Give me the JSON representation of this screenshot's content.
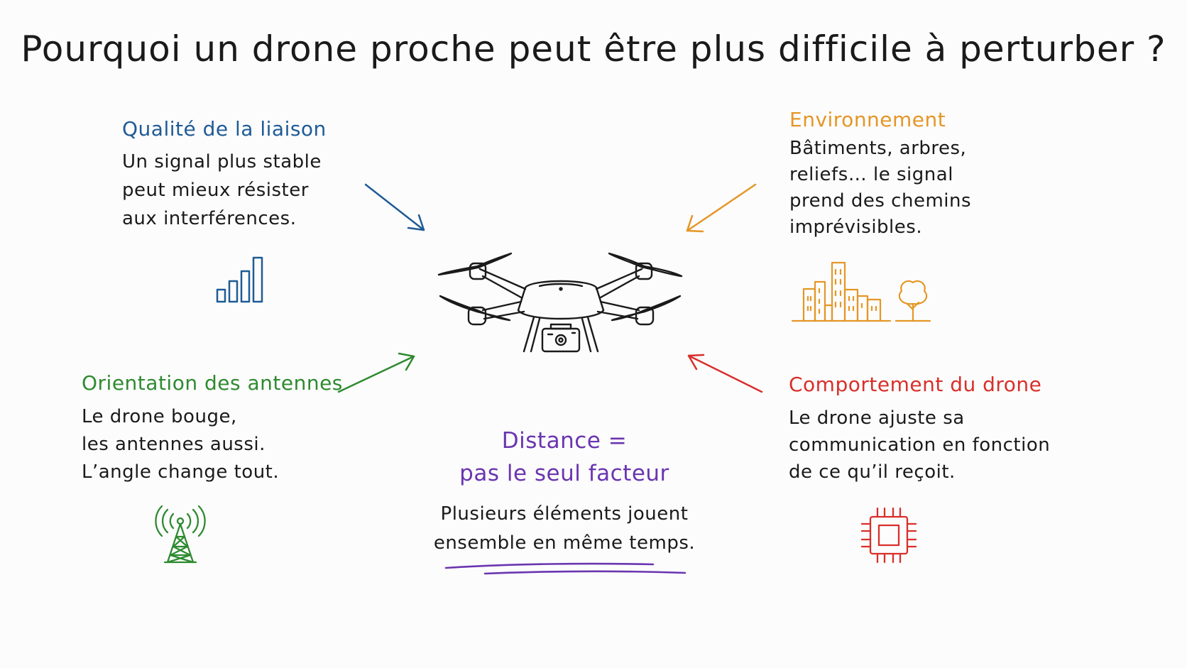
{
  "title": "Pourquoi un drone proche peut être plus difficile à perturber ?",
  "sections": {
    "link_quality": {
      "heading": "Qualité de la liaison",
      "lines": [
        "Un signal plus stable",
        "peut mieux résister",
        "aux interférences."
      ],
      "icon": "signal-bars-icon",
      "color": "#1f5b96"
    },
    "environment": {
      "heading": "Environnement",
      "lines": [
        "Bâtiments, arbres,",
        "reliefs… le signal",
        "prend des chemins",
        "imprévisibles."
      ],
      "icon": "buildings-tree-icon",
      "color": "#e59627"
    },
    "antenna_orientation": {
      "heading": "Orientation des antennes",
      "lines": [
        "Le drone bouge,",
        "les antennes aussi.",
        "L’angle change tout."
      ],
      "icon": "antenna-tower-icon",
      "color": "#2e8a30"
    },
    "drone_behavior": {
      "heading": "Comportement du drone",
      "lines": [
        "Le drone ajuste sa",
        "communication en fonction",
        "de ce qu’il reçoit."
      ],
      "icon": "chip-icon",
      "color": "#d92f2a"
    },
    "distance": {
      "heading_line1": "Distance =",
      "heading_line2": "pas le seul facteur",
      "lines": [
        "Plusieurs éléments jouent",
        "ensemble en même temps."
      ],
      "color": "#6a35b0"
    }
  },
  "center_icon": "drone-icon"
}
